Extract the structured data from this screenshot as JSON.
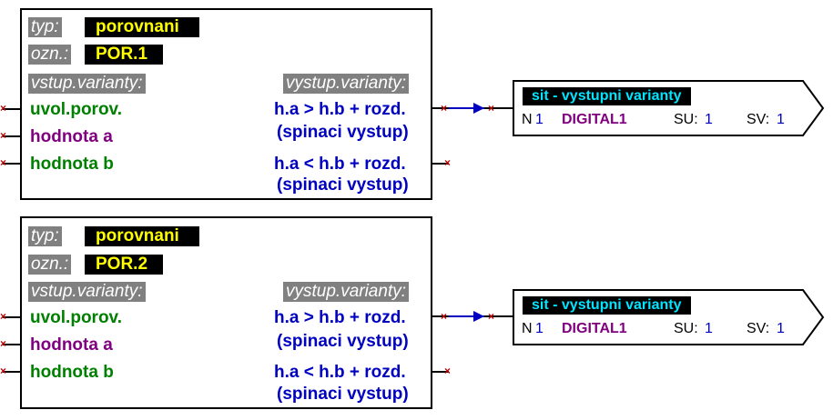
{
  "blocks": [
    {
      "typ_label": "typ:",
      "typ_value": "porovnani",
      "ozn_label": "ozn.:",
      "ozn_value": "POR.1",
      "in_header": "vstup.varianty:",
      "out_header": "vystup.varianty:",
      "inputs": [
        "uvol.porov.",
        "hodnota a",
        "hodnota b"
      ],
      "outputs": [
        {
          "line1": "h.a > h.b + rozd.",
          "line2": "(spinaci vystup)"
        },
        {
          "line1": "h.a < h.b + rozd.",
          "line2": "(spinaci vystup)"
        }
      ]
    },
    {
      "typ_label": "typ:",
      "typ_value": "porovnani",
      "ozn_label": "ozn.:",
      "ozn_value": "POR.2",
      "in_header": "vstup.varianty:",
      "out_header": "vystup.varianty:",
      "inputs": [
        "uvol.porov.",
        "hodnota a",
        "hodnota b"
      ],
      "outputs": [
        {
          "line1": "h.a > h.b + rozd.",
          "line2": "(spinaci vystup)"
        },
        {
          "line1": "h.a < h.b + rozd.",
          "line2": "(spinaci vystup)"
        }
      ]
    }
  ],
  "sinks": [
    {
      "title": "sit - vystupni varianty",
      "n_label": "N",
      "n_value": "1",
      "signal": "DIGITAL1",
      "su_label": "SU:",
      "su_value": "1",
      "sv_label": "SV:",
      "sv_value": "1"
    },
    {
      "title": "sit - vystupni varianty",
      "n_label": "N",
      "n_value": "1",
      "signal": "DIGITAL1",
      "su_label": "SU:",
      "su_value": "1",
      "sv_label": "SV:",
      "sv_value": "1"
    }
  ],
  "colors": {
    "connector": "#0000c0",
    "pin_mark": "#c00000",
    "value_text": "#ffff00",
    "sink_title": "#00e5ff"
  }
}
